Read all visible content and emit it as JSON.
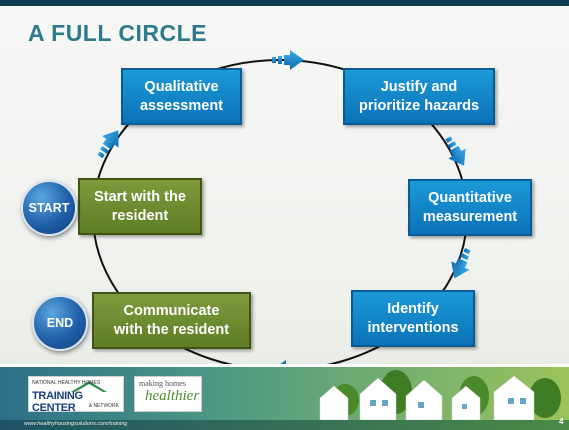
{
  "slide": {
    "title": "A FULL CIRCLE",
    "page_number": "4"
  },
  "boxes": {
    "qualitative": "Qualitative\nassessment",
    "justify": "Justify and\nprioritize hazards",
    "quantitative": "Quantitative\nmeasurement",
    "identify": "Identify\ninterventions",
    "communicate": "Communicate\nwith the resident",
    "start": "Start with the\nresident"
  },
  "badges": {
    "start": "START",
    "end": "END"
  },
  "footer": {
    "logo1_small": "NATIONAL HEALTHY HOMES",
    "logo1_main": "TRAINING CENTER",
    "logo1_network": "& NETWORK",
    "logo2_top": "making homes",
    "logo2_main": "healthier",
    "url": "www.healthyhousingsolutions.com/training"
  },
  "colors": {
    "title": "#2d7a8c",
    "blue_box": "#0c72b8",
    "green_box": "#5f7d24",
    "arrow": "#1b8ad0",
    "circle": "#111111"
  }
}
